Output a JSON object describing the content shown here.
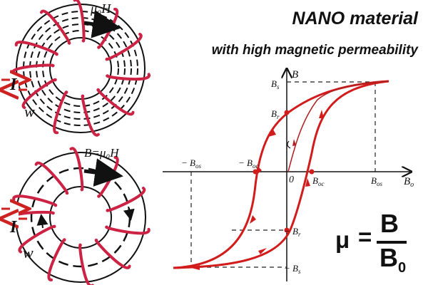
{
  "title": {
    "line1": "NANO material",
    "line2": "with high magnetic permeability"
  },
  "toroid_top": {
    "field_label": "μ₀H",
    "current_label": "I",
    "winding_label": "w"
  },
  "toroid_bottom": {
    "field_label": "B=μ₀H",
    "current_label": "I",
    "winding_label": "w"
  },
  "hysteresis": {
    "y_axis_label": "B",
    "x_axis_label": "B",
    "x_axis_label_sub": "o",
    "origin_label": "0",
    "tick_labels": {
      "bs_top": "B",
      "bs_top_sub": "s",
      "br_top": "B",
      "br_top_sub": "r",
      "bos_pos": "B",
      "bos_pos_sub": "os",
      "boc_pos": "B",
      "boc_pos_sub": "oc",
      "bos_neg": "− B",
      "bos_neg_sub": "os",
      "boc_neg": "− B",
      "boc_neg_sub": "oc",
      "br_bot": "− B",
      "br_bot_sub": "r",
      "bs_bot": "− B",
      "bs_bot_sub": "s"
    },
    "colors": {
      "loop": "#d21c1c",
      "axes": "#111111",
      "guides": "#222222"
    }
  },
  "formula": {
    "lhs": "μ",
    "equals": "=",
    "numerator": "B",
    "denominator": "B",
    "denominator_sub": "0"
  }
}
